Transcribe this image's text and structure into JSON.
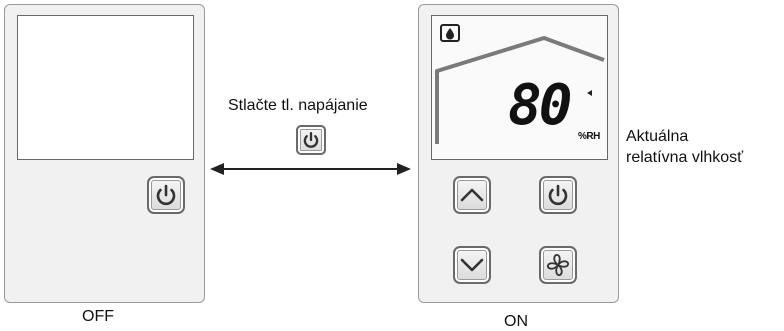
{
  "off_state": {
    "caption": "OFF"
  },
  "on_state": {
    "caption": "ON",
    "display": {
      "value": "80",
      "unit": "%RH"
    },
    "buttons": {
      "up_icon": "chevron-up-icon",
      "power_icon": "power-icon",
      "down_icon": "chevron-down-icon",
      "fan_icon": "fan-icon"
    }
  },
  "instruction": {
    "text": "Stlačte tl. napájanie"
  },
  "annotation": {
    "line1": "Aktuálna",
    "line2": "relatívna vlhkosť"
  },
  "colors": {
    "screen_border": "#d63a3a",
    "panel_bg": "#f1f1f1",
    "indicator": "#7a7a7a"
  }
}
